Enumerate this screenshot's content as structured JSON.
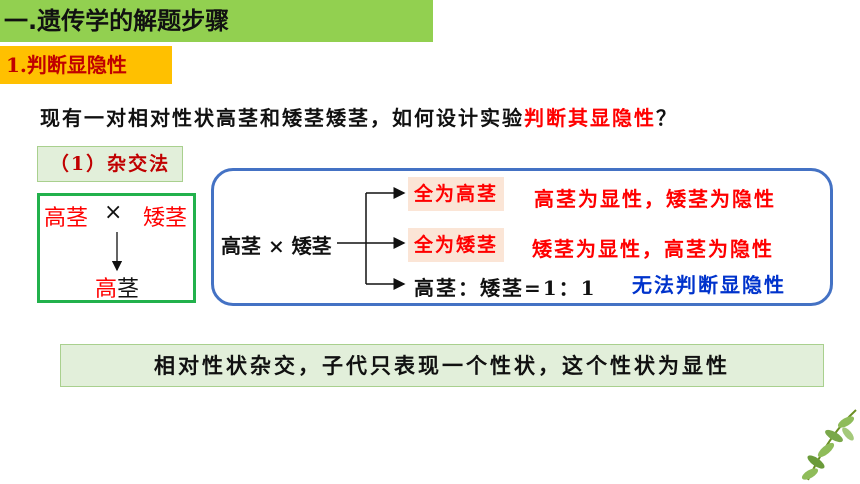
{
  "title": "一.遗传学的解题步骤",
  "section": "1.判断显隐性",
  "question": {
    "prefix": "现有一对相对性状高茎和矮茎矮茎，如何设计实验",
    "highlight": "判断其显隐性",
    "suffix": "？"
  },
  "method": {
    "label": "（1）杂交法"
  },
  "cross": {
    "parent1": "高茎",
    "symbol": "×",
    "parent2": "矮茎",
    "offspring": "高茎"
  },
  "experiment": {
    "parents": "高茎 × 矮茎",
    "results": [
      {
        "outcome": "全为高茎",
        "conclusion": "高茎为显性，矮茎为隐性",
        "color": "#ff0000"
      },
      {
        "outcome": "全为矮茎",
        "conclusion": "矮茎为显性，高茎为隐性",
        "color": "#ff0000"
      },
      {
        "outcome": "高茎：矮茎=1：1",
        "conclusion": "无法判断显隐性",
        "color": "#0033cc"
      }
    ]
  },
  "conclusion": "相对性状杂交，子代只表现一个性状，这个性状为显性",
  "colors": {
    "title_bg": "#92d050",
    "section_bg": "#ffc000",
    "accent_red": "#ff0000",
    "accent_blue": "#0033cc",
    "box_green": "#22b14c",
    "box_blue": "#4472c4"
  }
}
